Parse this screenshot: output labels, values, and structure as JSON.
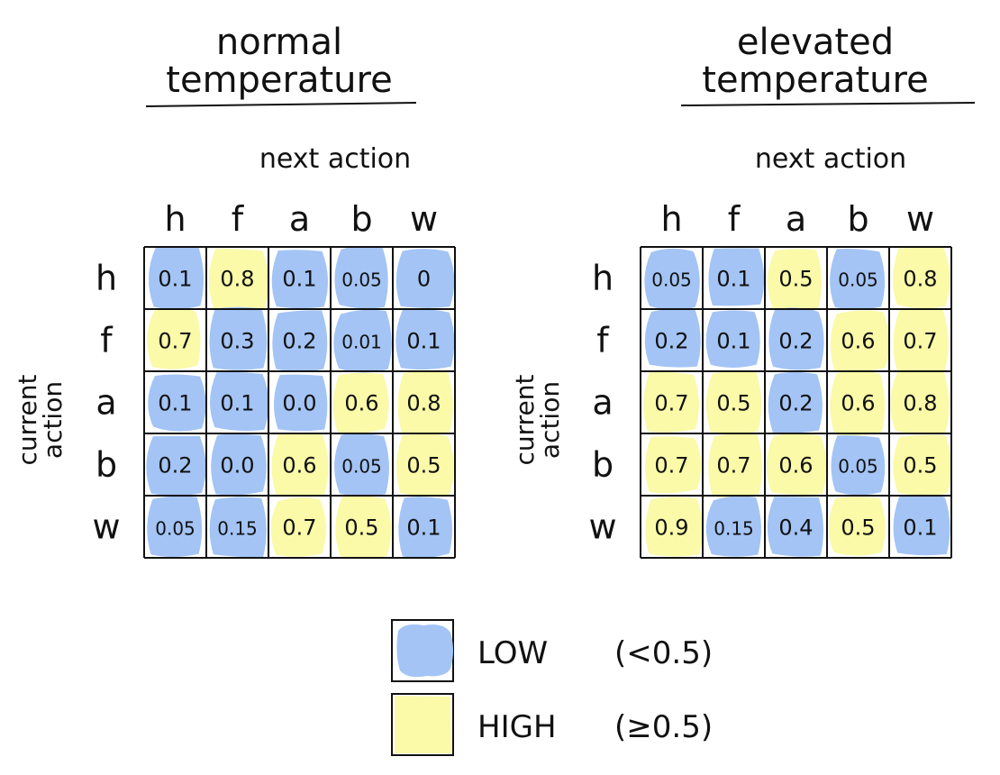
{
  "panels": [
    {
      "title_line1": "normal",
      "title_line2": "temperature",
      "col_axis_label": "next action",
      "row_axis_label_line1": "current",
      "row_axis_label_line2": "action",
      "col_labels": [
        "h",
        "f",
        "a",
        "b",
        "w"
      ],
      "row_labels": [
        "h",
        "f",
        "a",
        "b",
        "w"
      ],
      "cells": [
        [
          "0.1",
          "0.8",
          "0.1",
          "0.05",
          "0"
        ],
        [
          "0.7",
          "0.3",
          "0.2",
          "0.01",
          "0.1"
        ],
        [
          "0.1",
          "0.1",
          "0.0",
          "0.6",
          "0.8"
        ],
        [
          "0.2",
          "0.0",
          "0.6",
          "0.05",
          "0.5"
        ],
        [
          "0.05",
          "0.15",
          "0.7",
          "0.5",
          "0.1"
        ]
      ]
    },
    {
      "title_line1": "elevated",
      "title_line2": "temperature",
      "col_axis_label": "next action",
      "row_axis_label_line1": "current",
      "row_axis_label_line2": "action",
      "col_labels": [
        "h",
        "f",
        "a",
        "b",
        "w"
      ],
      "row_labels": [
        "h",
        "f",
        "a",
        "b",
        "w"
      ],
      "cells": [
        [
          "0.05",
          "0.1",
          "0.5",
          "0.05",
          "0.8"
        ],
        [
          "0.2",
          "0.1",
          "0.2",
          "0.6",
          "0.7"
        ],
        [
          "0.7",
          "0.5",
          "0.2",
          "0.6",
          "0.8"
        ],
        [
          "0.7",
          "0.7",
          "0.6",
          "0.05",
          "0.5"
        ],
        [
          "0.9",
          "0.15",
          "0.4",
          "0.5",
          "0.1"
        ]
      ]
    }
  ],
  "legend": {
    "low_label": "LOW",
    "low_range": "(<0.5)",
    "high_label": "HIGH",
    "high_range": "(≥0.5)"
  },
  "colors": {
    "low": "#a3c4f5",
    "high": "#fafaa8",
    "grid": "#111111"
  },
  "threshold": 0.5
}
